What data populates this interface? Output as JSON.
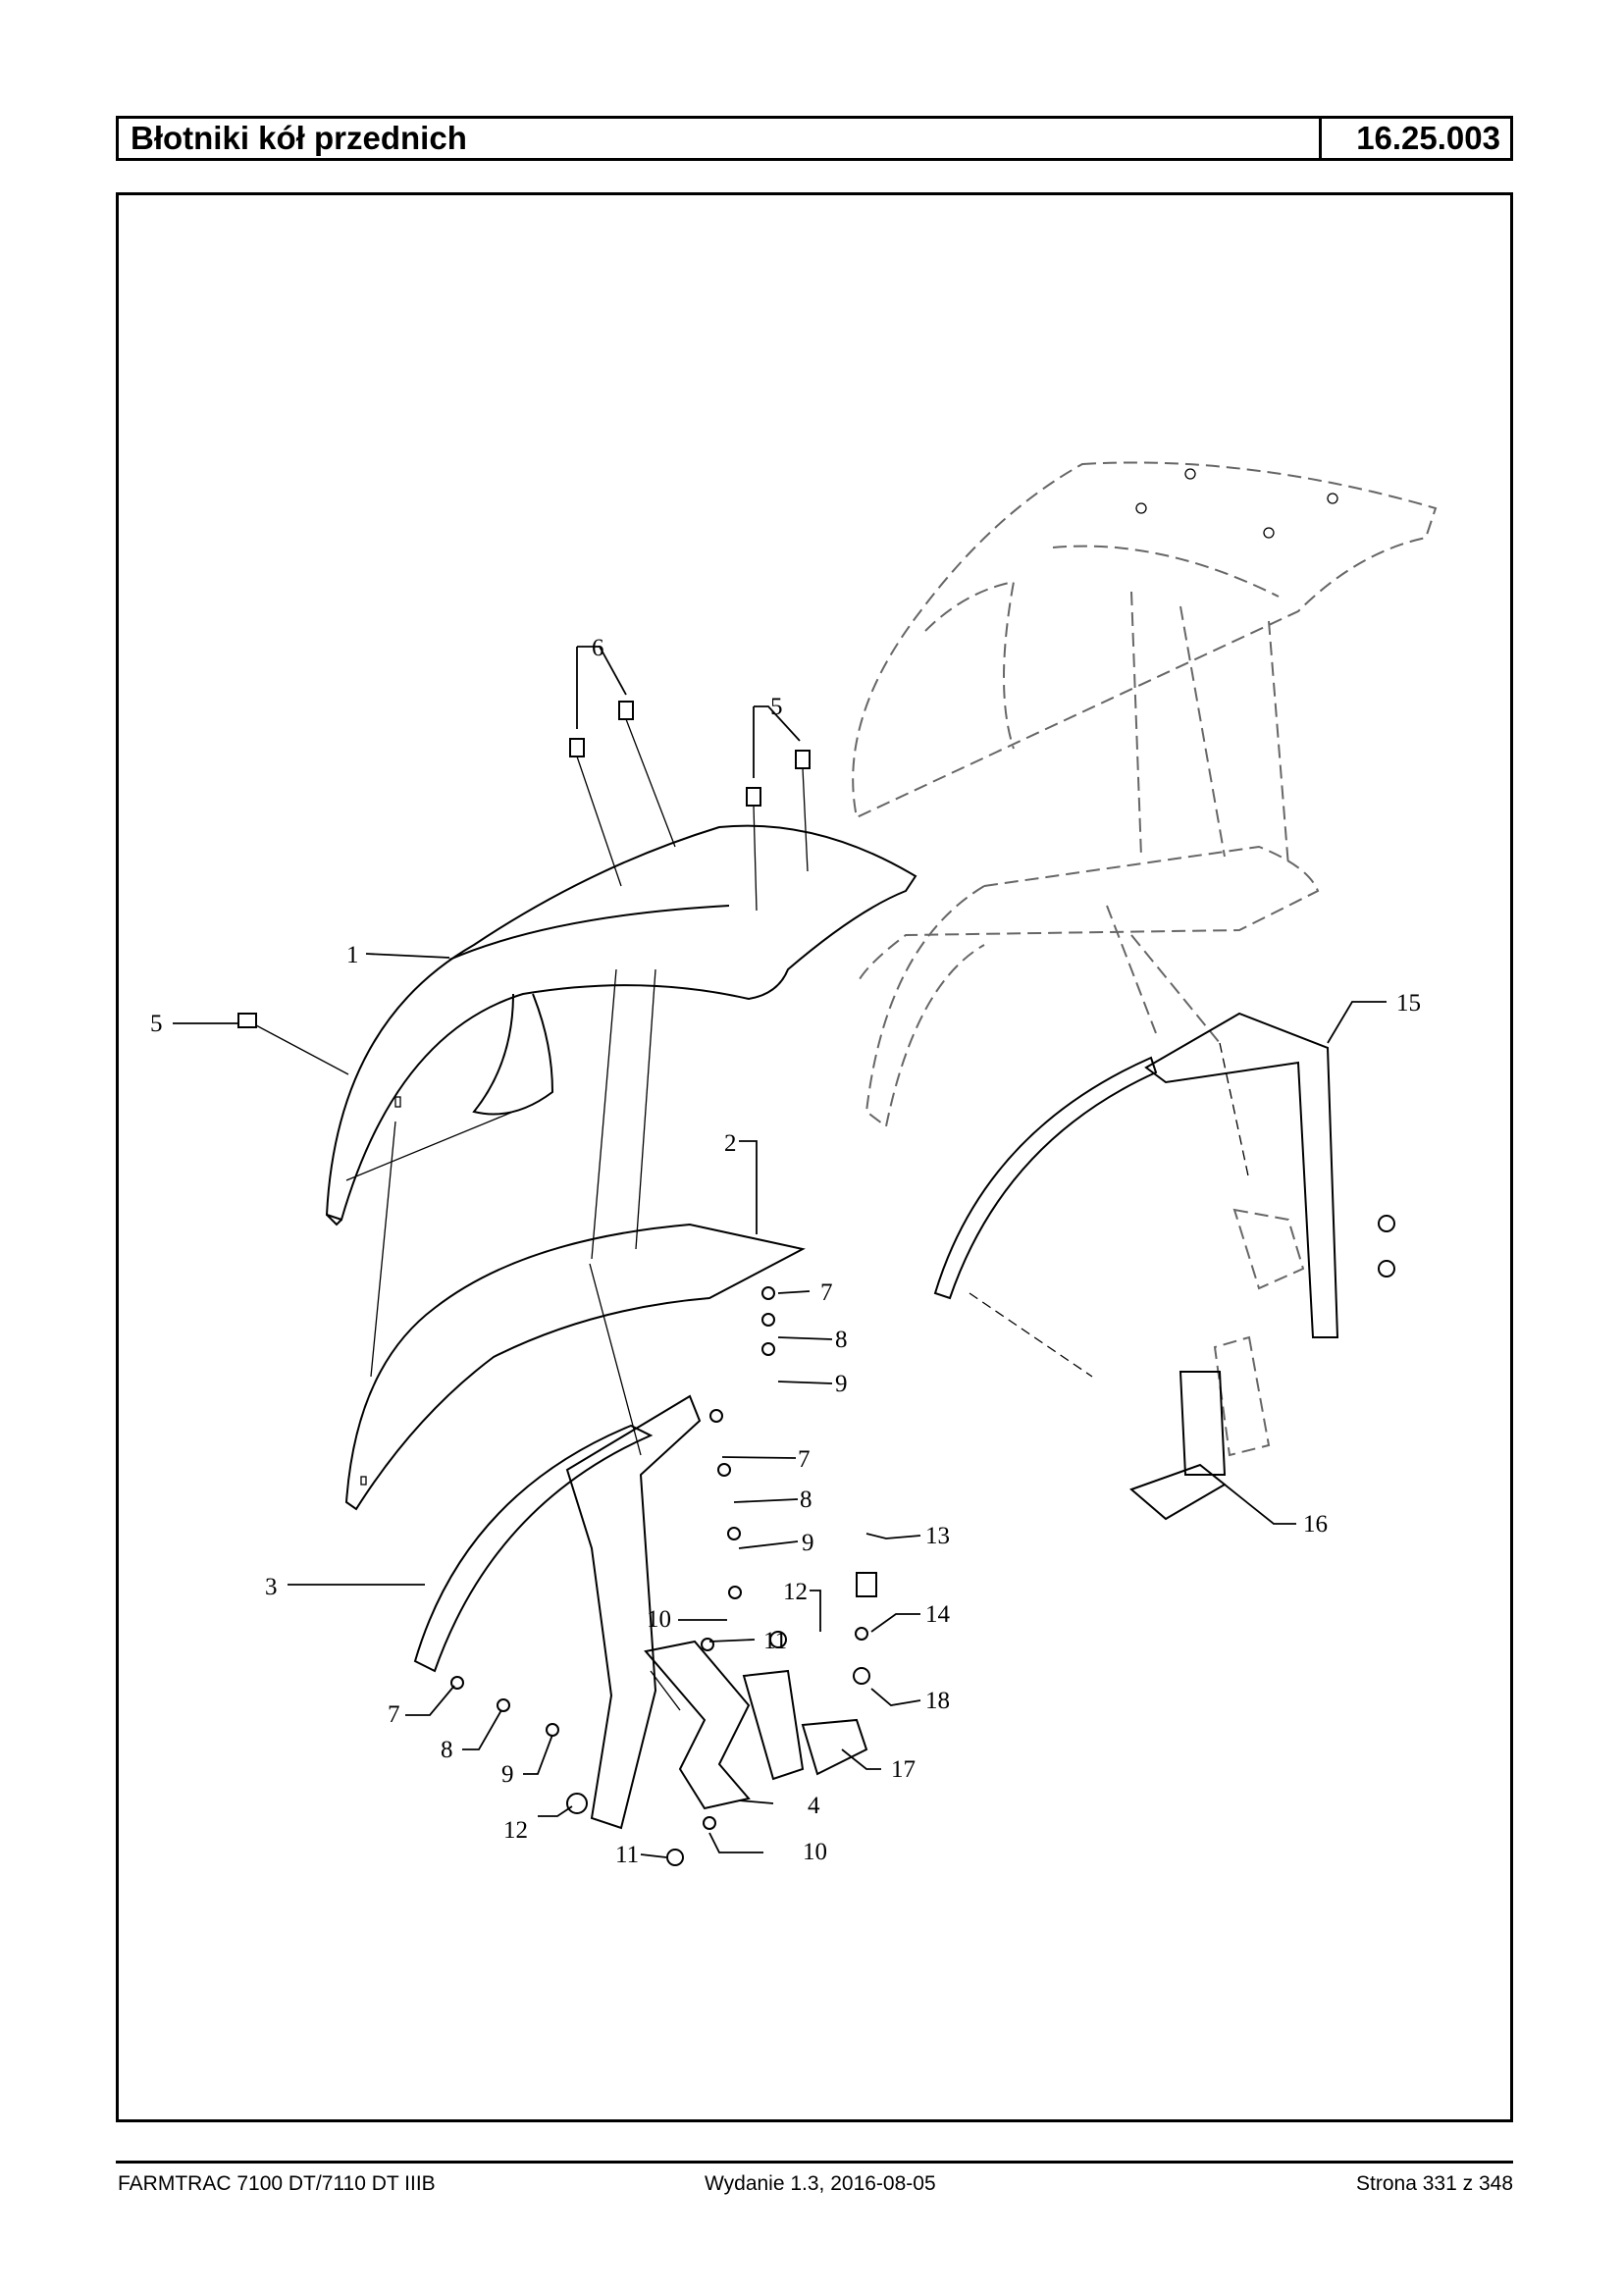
{
  "header": {
    "title": "Błotniki kół przednich",
    "code": "16.25.003"
  },
  "footer": {
    "model": "FARMTRAC 7100 DT/7110 DT IIIB",
    "edition": "Wydanie 1.3,  2016-08-05",
    "page": "Strona 331 z 348"
  },
  "diagram": {
    "labels": [
      {
        "id": "l1",
        "text": "1"
      },
      {
        "id": "l2",
        "text": "2"
      },
      {
        "id": "l3",
        "text": "3"
      },
      {
        "id": "l4",
        "text": "4"
      },
      {
        "id": "l5a",
        "text": "5"
      },
      {
        "id": "l5b",
        "text": "5"
      },
      {
        "id": "l6",
        "text": "6"
      },
      {
        "id": "l7a",
        "text": "7"
      },
      {
        "id": "l7b",
        "text": "7"
      },
      {
        "id": "l7c",
        "text": "7"
      },
      {
        "id": "l8a",
        "text": "8"
      },
      {
        "id": "l8b",
        "text": "8"
      },
      {
        "id": "l8c",
        "text": "8"
      },
      {
        "id": "l9a",
        "text": "9"
      },
      {
        "id": "l9b",
        "text": "9"
      },
      {
        "id": "l9c",
        "text": "9"
      },
      {
        "id": "l10a",
        "text": "10"
      },
      {
        "id": "l10b",
        "text": "10"
      },
      {
        "id": "l11a",
        "text": "11"
      },
      {
        "id": "l11b",
        "text": "11"
      },
      {
        "id": "l12a",
        "text": "12"
      },
      {
        "id": "l12b",
        "text": "12"
      },
      {
        "id": "l13",
        "text": "13"
      },
      {
        "id": "l14",
        "text": "14"
      },
      {
        "id": "l15",
        "text": "15"
      },
      {
        "id": "l16",
        "text": "16"
      },
      {
        "id": "l17",
        "text": "17"
      },
      {
        "id": "l18",
        "text": "18"
      }
    ]
  }
}
